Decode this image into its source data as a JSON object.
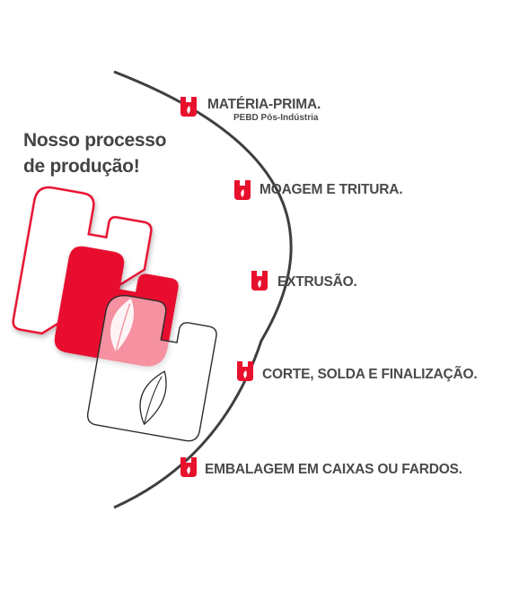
{
  "heading": {
    "line1": "Nosso processo",
    "line2": "de produção!"
  },
  "steps": [
    {
      "label": "MATÉRIA-PRIMA.",
      "sublabel": "PEBD Pós-Indústria"
    },
    {
      "label": "MOAGEM E TRITURA."
    },
    {
      "label": "EXTRUSÃO."
    },
    {
      "label": "CORTE, SOLDA E FINALIZAÇÃO."
    },
    {
      "label": "EMBALAGEM EM CAIXAS OU FARDOS."
    }
  ],
  "colors": {
    "brand_red": "#e8112d",
    "text_gray": "#4a4a4a",
    "arc_line": "#3f3f3f"
  },
  "icons": {
    "step_marker": "leaf-bag-icon",
    "logo": "leaf-bag-logo"
  }
}
